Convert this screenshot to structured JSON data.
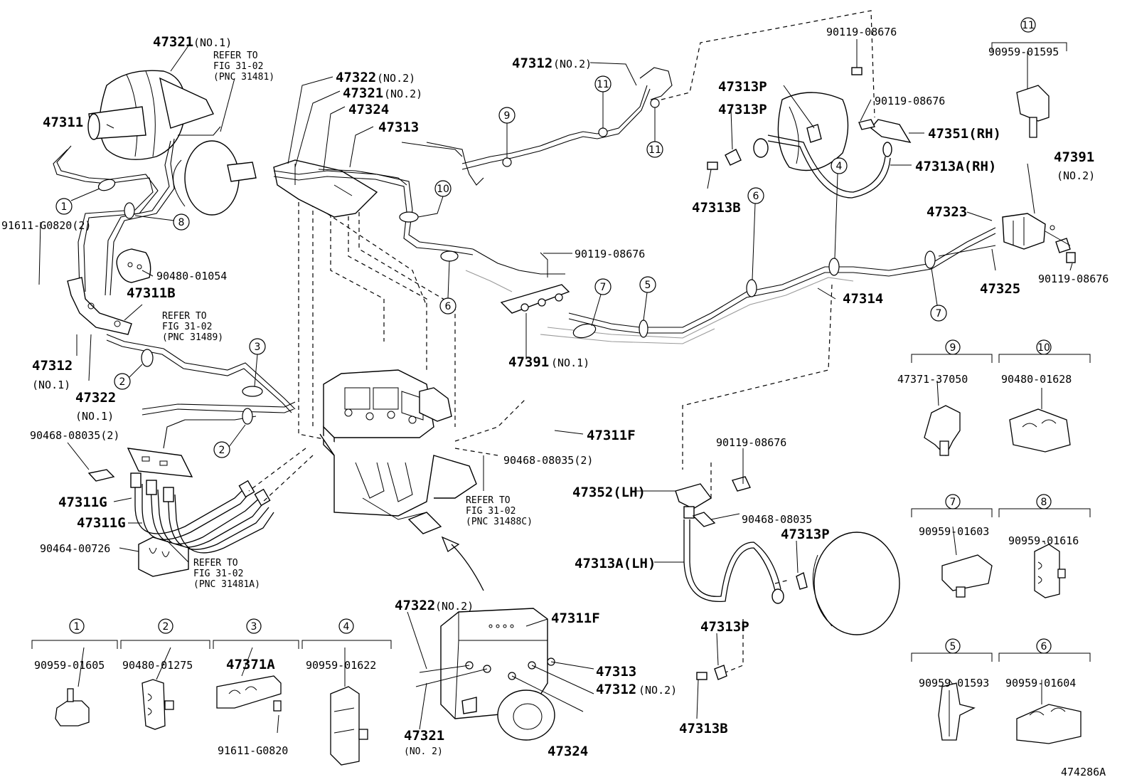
{
  "diagram": {
    "figure_id": "474286A",
    "labels": {
      "l47321_no1": "47321",
      "l47321_no1_suffix": "(NO.1)",
      "ref1": [
        "REFER TO",
        "FIG 31-02",
        "(PNC 31481)"
      ],
      "l47311": "47311",
      "l91611_g0820_2": "91611-G0820(2)",
      "l90480_01054": "90480-01054",
      "l47311b": "47311B",
      "ref2": [
        "REFER TO",
        "FIG 31-02",
        "(PNC 31489)"
      ],
      "l47312_no1": "47312",
      "l47312_no1_sub": "(NO.1)",
      "l47322_no1": "47322",
      "l47322_no1_sub": "(NO.1)",
      "l90468_08035_2a": "90468-08035(2)",
      "l47311g_a": "47311G",
      "l47311g_b": "47311G",
      "l90464_00726": "90464-00726",
      "ref3": [
        "REFER TO",
        "FIG 31-02",
        "(PNC 31481A)"
      ],
      "l47322_no2": "47322",
      "l47322_no2_suffix": "(NO.2)",
      "l47321_no2": "47321",
      "l47321_no2_suffix": "(NO.2)",
      "l47324": "47324",
      "l47313": "47313",
      "l47312_no2": "47312",
      "l47312_no2_suffix": "(NO.2)",
      "l90119_08676_mid": "90119-08676",
      "l47391_no1": "47391",
      "l47391_no1_suffix": "(NO.1)",
      "l47311f": "47311F",
      "l90468_08035_2b": "90468-08035(2)",
      "ref4": [
        "REFER TO",
        "FIG 31-02",
        "(PNC 31488C)"
      ],
      "l90119_08676_top": "90119-08676",
      "l47313p_a": "47313P",
      "l47313p_b": "47313P",
      "l90119_08676_rh": "90119-08676",
      "l47351_rh": "47351(RH)",
      "l47313a_rh": "47313A(RH)",
      "l47313b_a": "47313B",
      "l47391_no2": "47391",
      "l47391_no2_sub": "(NO.2)",
      "l47323": "47323",
      "l90119_08676_r": "90119-08676",
      "l47325": "47325",
      "l47314": "47314",
      "l90119_08676_lh": "90119-08676",
      "l47352_lh": "47352(LH)",
      "l90468_08035": "90468-08035",
      "l47313p_c": "47313P",
      "l47313a_lh": "47313A(LH)",
      "l47313p_d": "47313P",
      "l47313b_b": "47313B",
      "l47322_no2_b": "47322",
      "l47322_no2_b_suffix": "(NO.2)",
      "l47311f_b": "47311F",
      "l47313_b": "47313",
      "l47312_no2_b": "47312",
      "l47312_no2_b_suffix": "(NO.2)",
      "l47321_b": "47321",
      "l47321_b_sub": "(NO. 2)",
      "l47324_b": "47324"
    },
    "legend": [
      {
        "num": "1",
        "part": "90959-01605"
      },
      {
        "num": "2",
        "part": "90480-01275"
      },
      {
        "num": "3",
        "part": "47371A",
        "extra": "91611-G0820"
      },
      {
        "num": "4",
        "part": "90959-01622"
      },
      {
        "num": "5",
        "part": "90959-01593"
      },
      {
        "num": "6",
        "part": "90959-01604"
      },
      {
        "num": "7",
        "part": "90959-01603"
      },
      {
        "num": "8",
        "part": "90959-01616"
      },
      {
        "num": "9",
        "part": "47371-37050"
      },
      {
        "num": "10",
        "part": "90480-01628"
      },
      {
        "num": "11",
        "part": "90959-01595"
      }
    ],
    "callouts": [
      "1",
      "2",
      "2",
      "3",
      "4",
      "5",
      "6",
      "6",
      "7",
      "7",
      "8",
      "9",
      "10",
      "11",
      "11"
    ]
  }
}
